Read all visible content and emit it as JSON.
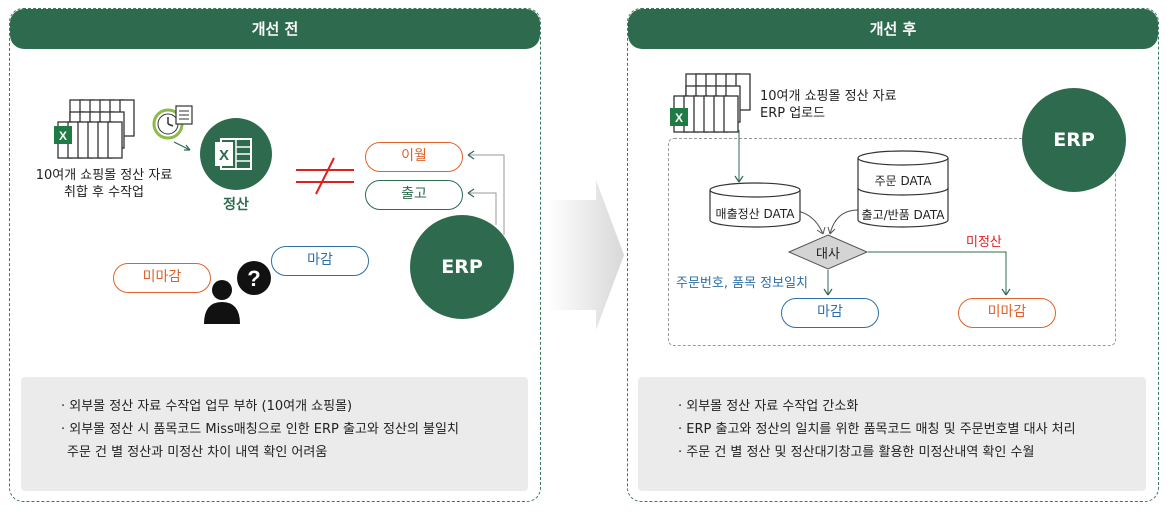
{
  "left": {
    "header": "개선 전",
    "caption_line1": "10여개 쇼핑몰 정산 자료",
    "caption_line2": "취합 후 수작업",
    "settle_label": "정산",
    "pill_iwol": "이월",
    "pill_chulgo": "출고",
    "pill_magam": "마감",
    "pill_mimagam": "미마감",
    "erp": "ERP",
    "notes": [
      "· 외부몰 정산 자료 수작업 업무 부하 (10여개 쇼핑몰)",
      "· 외부몰 정산 시 품목코드 Miss매칭으로 인한 ERP 출고와 정산의 불일치",
      "  주문 건 별 정산과 미정산 차이 내역 확인 어려움"
    ]
  },
  "right": {
    "header": "개선 후",
    "caption_line1": "10여개 쇼핑몰 정산 자료",
    "caption_line2": "ERP 업로드",
    "erp": "ERP",
    "db_sales": "매출정산 DATA",
    "db_order": "주문 DATA",
    "db_ship": "출고/반품 DATA",
    "compare": "대사",
    "unsettled": "미정산",
    "match": "주문번호, 품목 정보일치",
    "pill_magam": "마감",
    "pill_mimagam": "미마감",
    "notes": [
      "· 외부몰 정산 자료 수작업 간소화",
      "· ERP 출고와 정산의 일치를 위한 품목코드 매칭 및 주문번호별 대사 처리",
      "· 주문 건 별 정산 및 정산대기창고를 활용한 미정산내역 확인 수월"
    ]
  },
  "colors": {
    "brand_green": "#2e6b4e",
    "orange": "#e0622a",
    "blue": "#2d6fa8",
    "red": "#e02020",
    "excel_green": "#1f7a45"
  },
  "icons": [
    "excel-sheets-icon",
    "clock-document-icon",
    "excel-app-icon",
    "person-question-icon",
    "not-equal-icon",
    "transition-arrow-icon",
    "database-icon"
  ]
}
